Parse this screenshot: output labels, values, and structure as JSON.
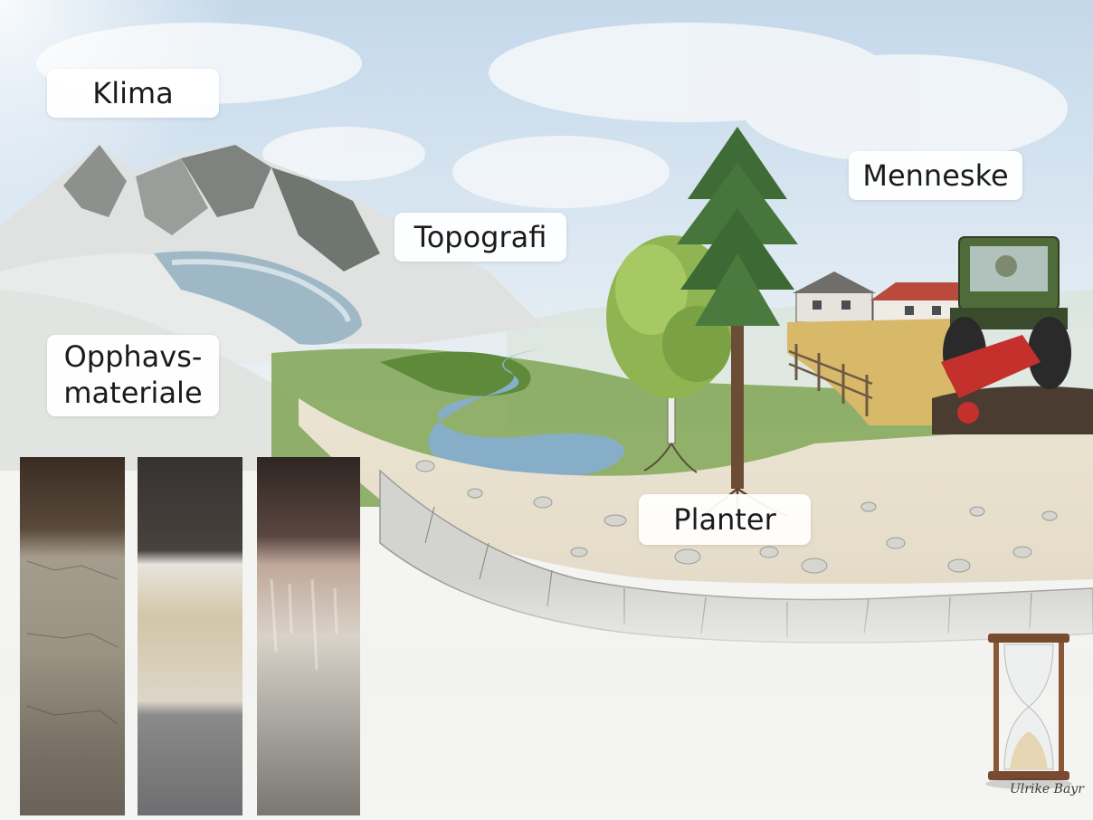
{
  "labels": {
    "klima": "Klima",
    "topografi": "Topografi",
    "menneske": "Menneske",
    "planter": "Planter",
    "opphavsmateriale_line1": "Opphavs-",
    "opphavsmateriale_line2": "materiale"
  },
  "signature": "Ulrike Bayr",
  "soil_profile_count": 3,
  "colors": {
    "sky": "#c9dcec",
    "cloud": "#f2f5f8",
    "mountain": "#d8dcdc",
    "grass": "#6f9a3e",
    "water": "#7fa6c2",
    "soil": "#e6dfcf",
    "bedrock": "#d0d0cc",
    "tractor": "#4f6b3a",
    "plough": "#c4302b",
    "barn_roof": "#b94a3c"
  },
  "icons": [
    "hourglass-icon",
    "tractor-icon",
    "farmhouse-icon",
    "pine-tree-icon",
    "birch-tree-icon",
    "glacier-icon",
    "river-icon"
  ]
}
